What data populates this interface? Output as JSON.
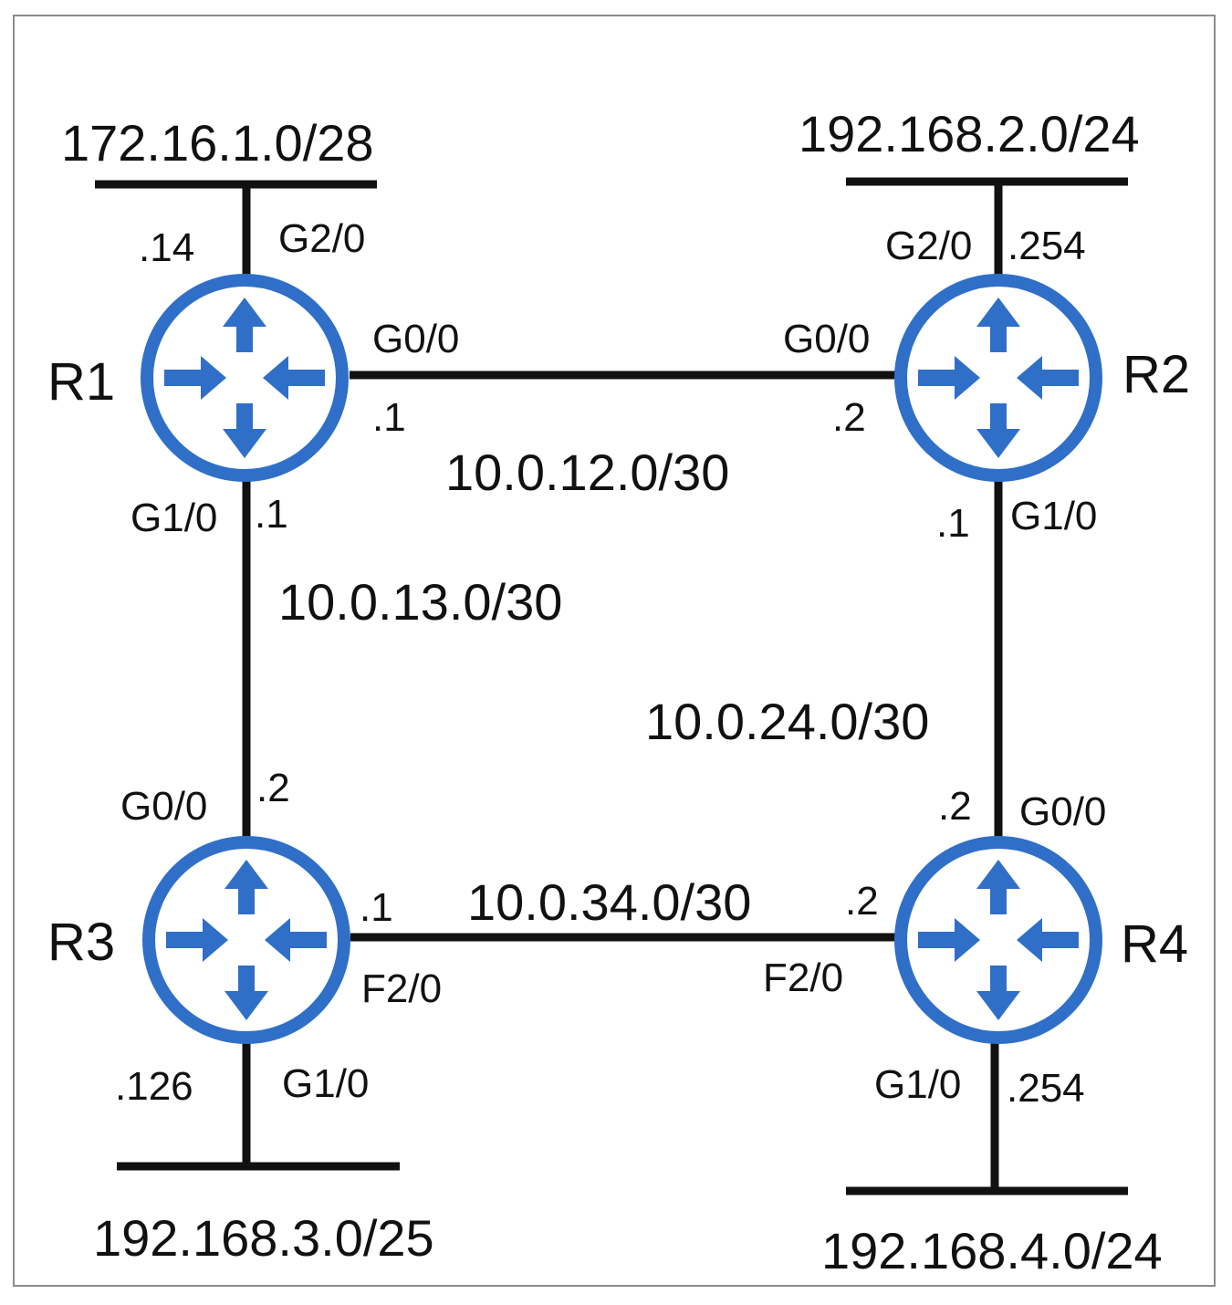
{
  "colors": {
    "router": "#2f6fc8",
    "line": "#111111"
  },
  "routers": [
    {
      "label": "R1",
      "icon": "router-icon"
    },
    {
      "label": "R2",
      "icon": "router-icon"
    },
    {
      "label": "R3",
      "icon": "router-icon"
    },
    {
      "label": "R4",
      "icon": "router-icon"
    }
  ],
  "networks": {
    "lan_r1": "172.16.1.0/28",
    "lan_r2": "192.168.2.0/24",
    "lan_r3": "192.168.3.0/25",
    "lan_r4": "192.168.4.0/24",
    "link_r1_r2": "10.0.12.0/30",
    "link_r1_r3": "10.0.13.0/30",
    "link_r2_r4": "10.0.24.0/30",
    "link_r3_r4": "10.0.34.0/30"
  },
  "interfaces": {
    "r1_g2_0": {
      "name": "G2/0",
      "ip": ".14"
    },
    "r1_g0_0": {
      "name": "G0/0",
      "ip": ".1"
    },
    "r1_g1_0": {
      "name": "G1/0",
      "ip": ".1"
    },
    "r2_g2_0": {
      "name": "G2/0",
      "ip": ".254"
    },
    "r2_g0_0": {
      "name": "G0/0",
      "ip": ".2"
    },
    "r2_g1_0": {
      "name": "G1/0",
      "ip": ".1"
    },
    "r3_g0_0": {
      "name": "G0/0",
      "ip": ".2"
    },
    "r3_f2_0": {
      "name": "F2/0",
      "ip": ".1"
    },
    "r3_g1_0": {
      "name": "G1/0",
      "ip": ".126"
    },
    "r4_g0_0": {
      "name": "G0/0",
      "ip": ".2"
    },
    "r4_f2_0": {
      "name": "F2/0",
      "ip": ".2"
    },
    "r4_g1_0": {
      "name": "G1/0",
      "ip": ".254"
    }
  }
}
